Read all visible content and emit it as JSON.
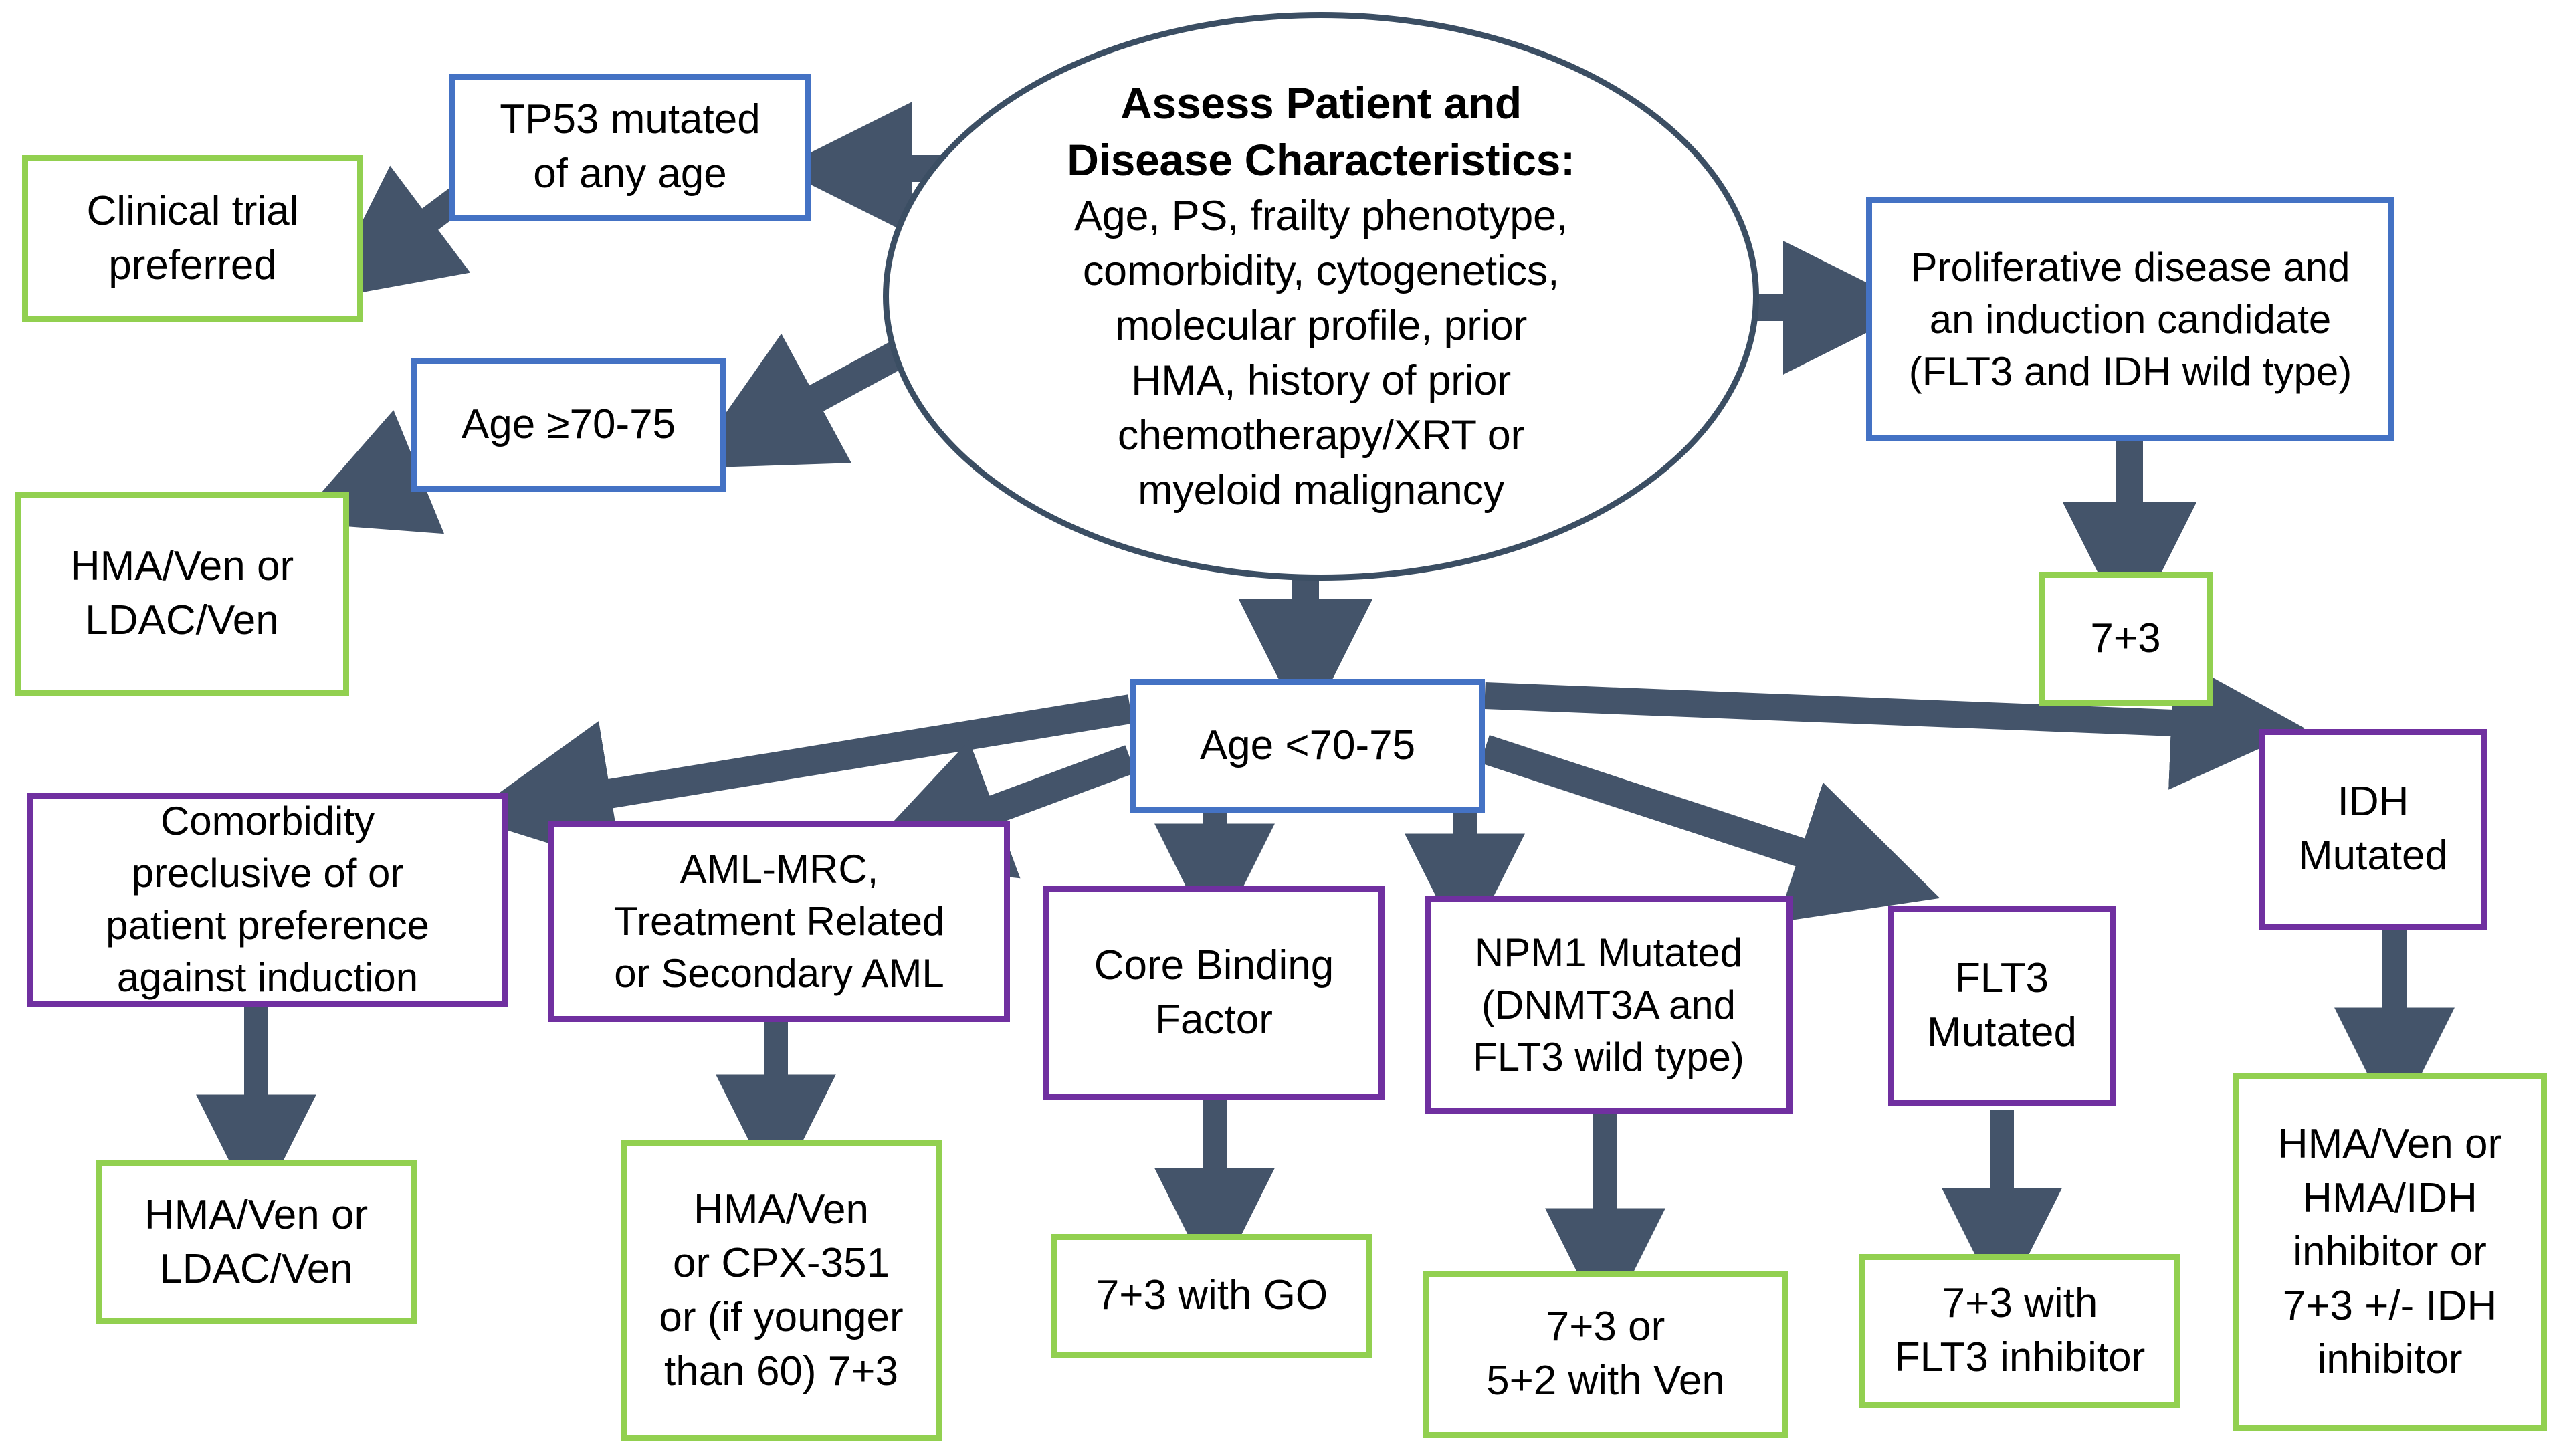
{
  "diagram": {
    "title": "AML treatment decision algorithm",
    "colors": {
      "blue_border": "#4472C4",
      "green_border": "#92D050",
      "purple_border": "#7030A0",
      "arrow": "#44546A",
      "ellipse_border": "#3B4E63",
      "text": "#000000",
      "background": "#FFFFFF"
    },
    "root": {
      "title": "Assess Patient and\nDisease Characteristics:",
      "body": "Age, PS, frailty phenotype,\ncomorbidity, cytogenetics,\nmolecular profile, prior\nHMA, history of prior\nchemotherapy/XRT or\nmyeloid malignancy"
    },
    "nodes": {
      "tp53": "TP53 mutated\nof any age",
      "clinical_trial": "Clinical trial\npreferred",
      "age_ge_70_75": "Age ≥70-75",
      "hma_ven_ldac_ven_top": "HMA/Ven or\nLDAC/Ven",
      "proliferative": "Proliferative disease and\nan induction candidate\n(FLT3 and IDH wild type)",
      "seven_plus_three": "7+3",
      "age_lt_70_75": "Age <70-75",
      "comorbidity": "Comorbidity\npreclusive of or\npatient preference\nagainst induction",
      "hma_ven_ldac_ven_bottom": "HMA/Ven or\nLDAC/Ven",
      "aml_mrc": "AML-MRC,\nTreatment Related\nor Secondary AML",
      "hma_ven_cpx": "HMA/Ven\nor CPX-351\nor (if younger\nthan 60) 7+3",
      "core_binding_factor": "Core Binding\nFactor",
      "seven_plus_three_go": "7+3 with GO",
      "npm1": "NPM1 Mutated\n(DNMT3A and\nFLT3 wild type)",
      "seven_three_or_five_two": "7+3 or\n5+2 with Ven",
      "flt3": "FLT3\nMutated",
      "seven_three_flt3_inhibitor": "7+3 with\nFLT3 inhibitor",
      "idh": "IDH\nMutated",
      "hma_ven_idh": "HMA/Ven or\nHMA/IDH\ninhibitor or\n7+3  +/-  IDH\ninhibitor"
    }
  }
}
